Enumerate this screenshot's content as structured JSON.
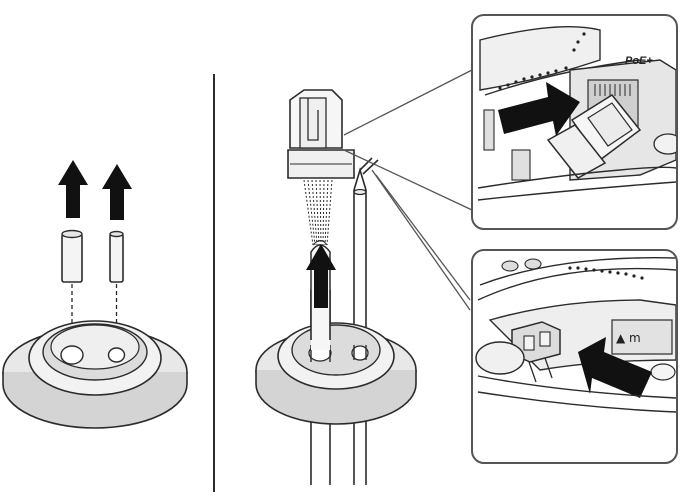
{
  "figure": {
    "kind": "installation-diagram",
    "panels": [
      {
        "id": "left",
        "content": "grommet-plug-removal"
      },
      {
        "id": "right",
        "content": "cable-routing-and-connection"
      }
    ],
    "insets": [
      {
        "id": "top-inset",
        "label": "PoE+"
      },
      {
        "id": "bottom-inset",
        "label": ""
      }
    ]
  },
  "colors": {
    "line": "#2b2b2b",
    "fill_light": "#f2f2f2",
    "fill_mid": "#d9d9d9",
    "fill_dark": "#b5b5b5",
    "arrow": "#111111",
    "inset_border": "#555555"
  },
  "icons": [
    "up-arrow-icon",
    "rj45-connector-icon",
    "grommet-icon",
    "power-terminal-icon"
  ]
}
